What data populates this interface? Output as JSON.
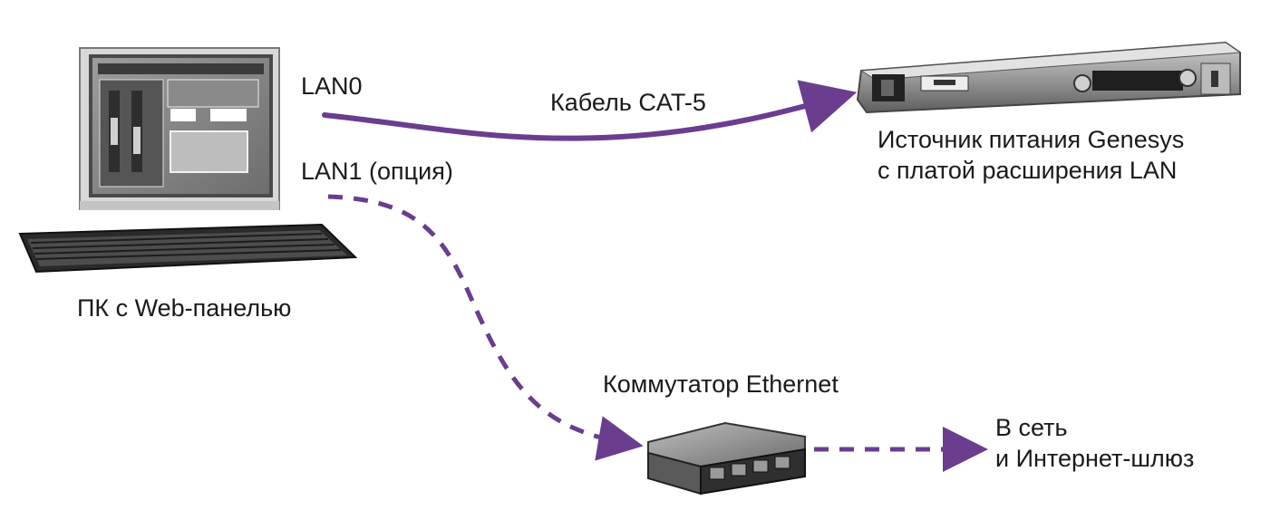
{
  "devices": {
    "pc": {
      "label": "ПК с Web-панелью",
      "icon": "pc-monitor-icon"
    },
    "psu": {
      "label_line1": "Источник питания Genesys",
      "label_line2": "с платой расширения LAN",
      "icon": "power-supply-icon"
    },
    "switch": {
      "label": "Коммутатор Ethernet",
      "icon": "ethernet-switch-icon"
    }
  },
  "ports": {
    "lan0": "LAN0",
    "lan1": "LAN1 (опция)"
  },
  "connections": {
    "cable": "Кабель CAT-5",
    "network_line1": "В сеть",
    "network_line2": "и Интернет-шлюз"
  },
  "colors": {
    "link": "#6a3d8f",
    "device": "#3a3a3a",
    "text": "#1a1a1a"
  }
}
